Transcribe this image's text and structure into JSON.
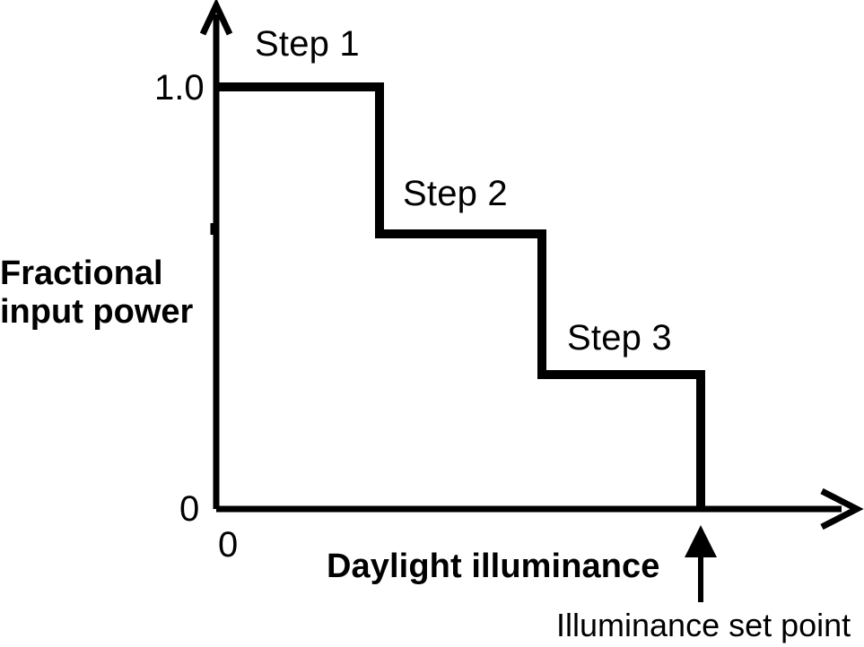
{
  "chart_data": {
    "type": "line",
    "subtype": "step",
    "title": "",
    "xlabel": "Daylight illuminance",
    "ylabel": "Fractional input power",
    "ylabel_lines": [
      "Fractional",
      "input power"
    ],
    "x_tick_labels": [
      "0"
    ],
    "y_tick_labels": [
      "0",
      "1.0"
    ],
    "ylim": [
      0,
      1.12
    ],
    "xlim": [
      0,
      1.0
    ],
    "grid": false,
    "legend": false,
    "line_color": "#000000",
    "line_width": 9,
    "axis_color": "#000000",
    "axis_width": 6,
    "background": "#ffffff",
    "description": "Stepped dimming control curve: fractional input power drops in three discrete steps as daylight illuminance rises, reaching zero at the illuminance set point.",
    "steps": [
      {
        "name": "Step 1",
        "power": 1.0,
        "x_start": 0.0,
        "x_end": 0.27
      },
      {
        "name": "Step 2",
        "power": 0.645,
        "x_start": 0.27,
        "x_end": 0.535
      },
      {
        "name": "Step 3",
        "power": 0.317,
        "x_start": 0.535,
        "x_end": 0.8
      }
    ],
    "x": [
      0.0,
      0.27,
      0.27,
      0.535,
      0.535,
      0.8,
      0.8
    ],
    "y": [
      1.0,
      1.0,
      0.645,
      0.645,
      0.317,
      0.317,
      0.0
    ],
    "annotations": [
      {
        "name": "Step 1",
        "text": "Step 1"
      },
      {
        "name": "Step 2",
        "text": "Step 2"
      },
      {
        "name": "Step 3",
        "text": "Step 3"
      },
      {
        "name": "setpoint",
        "text": "Illuminance set point",
        "x": 0.8,
        "y": 0.0,
        "arrow": "up"
      }
    ]
  },
  "labels": {
    "step1": "Step 1",
    "step2": "Step 2",
    "step3": "Step 3",
    "y_top": "1.0",
    "y_zero": "0",
    "x_zero": "0",
    "y_axis_title": "Fractional\ninput power",
    "x_axis_title": "Daylight illuminance",
    "setpoint": "Illuminance set point"
  }
}
